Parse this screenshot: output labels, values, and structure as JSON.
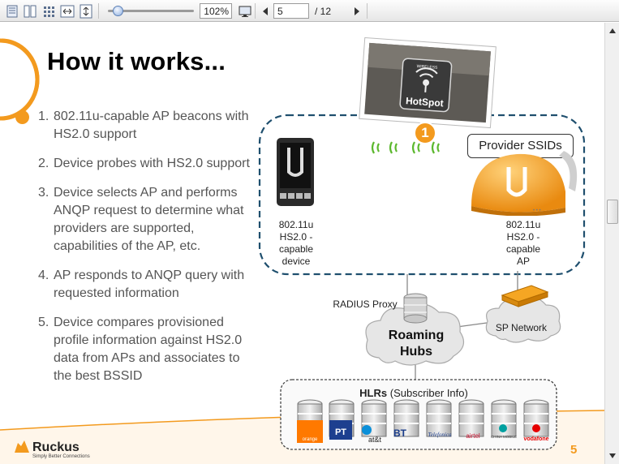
{
  "toolbar": {
    "zoom": "102%",
    "current_page": "5",
    "page_total": "/ 12",
    "icons": [
      "single-page-icon",
      "two-page-icon",
      "grid-view-icon",
      "fit-width-icon",
      "fit-height-icon",
      "presentation-icon",
      "prev-page-icon",
      "next-page-icon"
    ]
  },
  "slide": {
    "title": "How it works...",
    "steps": [
      {
        "num": "1.",
        "text": "802.11u-capable AP beacons with HS2.0 support"
      },
      {
        "num": "2.",
        "text": "Device probes with HS2.0 support"
      },
      {
        "num": "3.",
        "text": "Device selects AP and performs ANQP request to determine what providers are supported, capabilities of the AP, etc."
      },
      {
        "num": "4.",
        "text": "AP responds to ANQP query with requested information"
      },
      {
        "num": "5.",
        "text": "Device compares provisioned profile information against HS2.0 data from APs and associates to the best BSSID"
      }
    ],
    "diagram": {
      "hotspot_sign_top": "WIRELESS",
      "hotspot_sign": "HotSpot",
      "badge": "1",
      "provider_ssids": "Provider SSIDs",
      "device_label": [
        "802.11u",
        "HS2.0 -",
        "capable",
        "device"
      ],
      "ap_label": [
        "802.11u",
        "HS2.0 -",
        "capable",
        "AP"
      ],
      "ap_dots": "• • •",
      "radius_proxy": "RADIUS Proxy",
      "roaming_hubs": [
        "Roaming",
        "Hubs"
      ],
      "sp_network": "SP Network",
      "hlrs_bold": "HLRs",
      "hlrs_rest": " (Subscriber Info)",
      "operators": [
        "orange",
        "PT",
        "at&t",
        "BT",
        "Telefonica",
        "airtel",
        "CHINA MOBILE",
        "vodafone"
      ]
    },
    "slide_number": "5",
    "brand": "Ruckus",
    "brand_tagline": "Simply Better Connections",
    "colors": {
      "accent": "#f39a1e",
      "dashed_border": "#1f4f6e",
      "cloud": "#e8e8e8"
    }
  }
}
